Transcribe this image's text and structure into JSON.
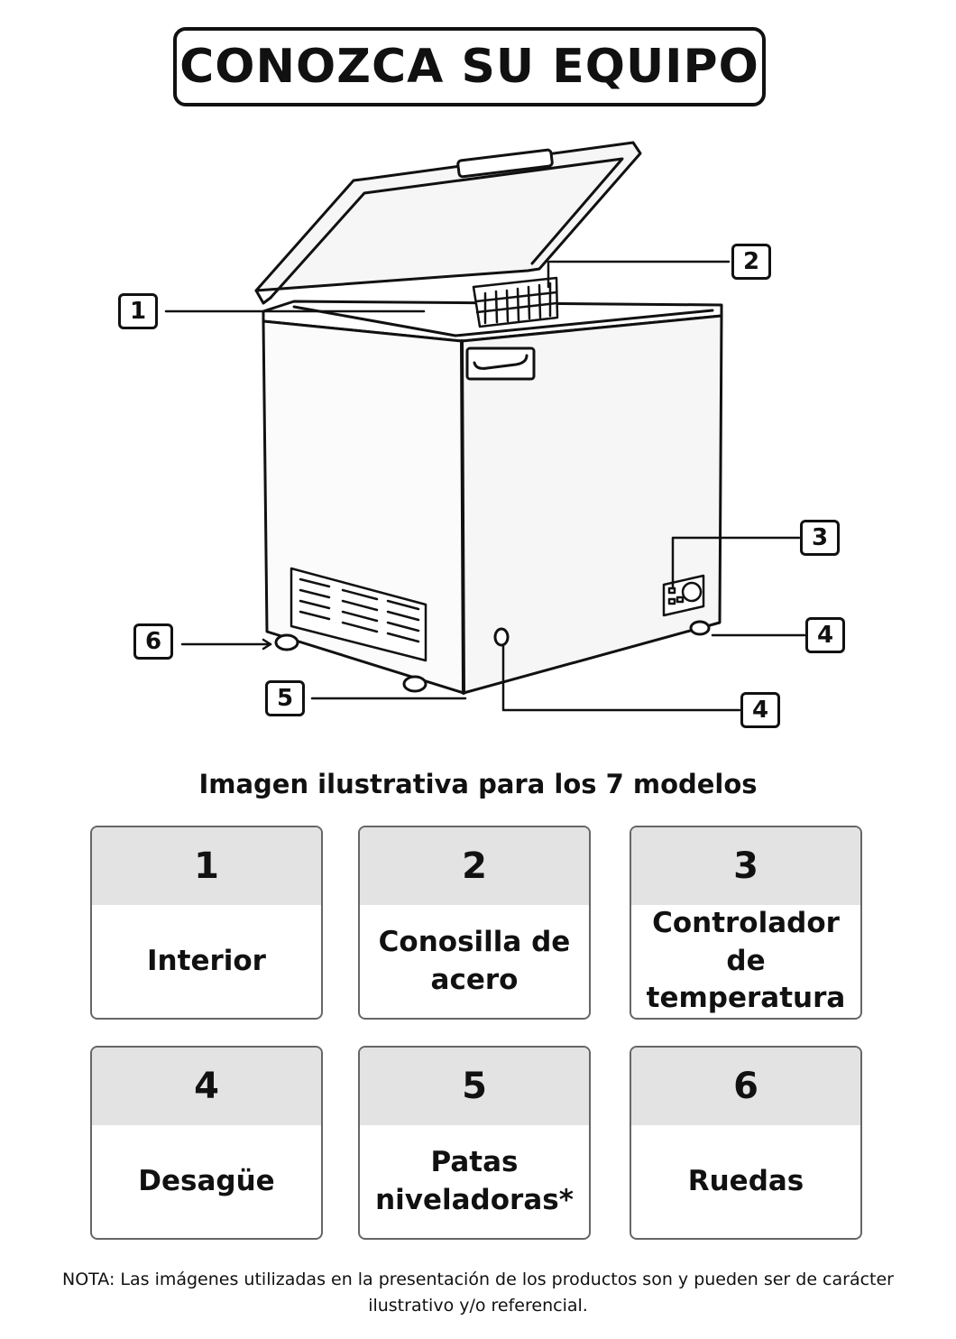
{
  "title": "CONOZCA SU EQUIPO",
  "callouts": [
    {
      "id": "1",
      "label": "1"
    },
    {
      "id": "2",
      "label": "2"
    },
    {
      "id": "3",
      "label": "3"
    },
    {
      "id": "4a",
      "label": "4"
    },
    {
      "id": "4b",
      "label": "4"
    },
    {
      "id": "5",
      "label": "5"
    },
    {
      "id": "6",
      "label": "6"
    }
  ],
  "subtitle": "Imagen ilustrativa para los 7 modelos",
  "parts": [
    {
      "number": "1",
      "name": "Interior"
    },
    {
      "number": "2",
      "name": "Conosilla de\nacero"
    },
    {
      "number": "3",
      "name": "Controlador de\ntemperatura"
    },
    {
      "number": "4",
      "name": "Desagüe"
    },
    {
      "number": "5",
      "name": "Patas\nniveladoras*"
    },
    {
      "number": "6",
      "name": "Ruedas"
    }
  ],
  "note": "NOTA: Las imágenes utilizadas en la presentación de los productos son y pueden ser de carácter ilustrativo y/o referencial.",
  "colors": {
    "ink": "#111111",
    "card_header": "#e3e3e3",
    "card_border": "#666666"
  },
  "icons": [
    "chest-freezer-illustration"
  ]
}
